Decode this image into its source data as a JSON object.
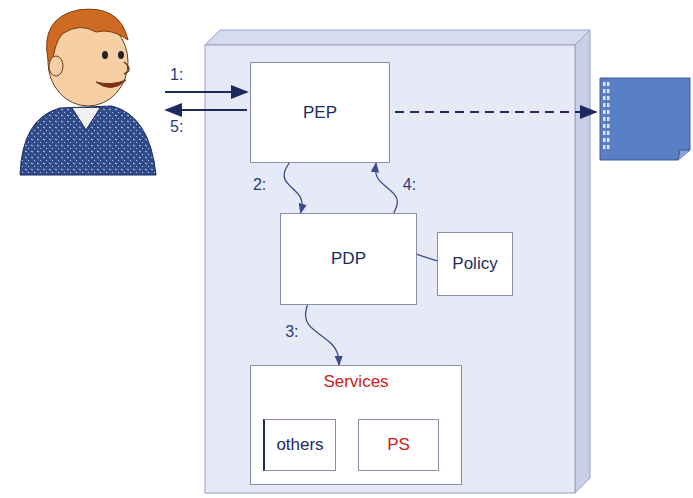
{
  "diagram": {
    "nodes": [
      {
        "text": [
          "PEP"
        ]
      },
      {
        "text": [
          "PDP"
        ]
      },
      {
        "text": [
          "Policy"
        ]
      },
      {
        "text": [
          "Services"
        ]
      },
      {
        "text": [
          "others"
        ],
        "in": 3
      },
      {
        "text": [
          "PS"
        ],
        "in": 3
      }
    ],
    "edges": [
      {
        "from": 0,
        "to": 1,
        "arrow": "to",
        "label": "2:"
      },
      {
        "from": 1,
        "to": 0,
        "arrow": "to",
        "label": "4:"
      },
      {
        "from": 1,
        "to": 3,
        "arrow": "to",
        "label": "3:"
      },
      {
        "from": 1,
        "to": 2,
        "arrow": "none"
      }
    ],
    "labels": [
      "1:",
      "5:"
    ]
  }
}
